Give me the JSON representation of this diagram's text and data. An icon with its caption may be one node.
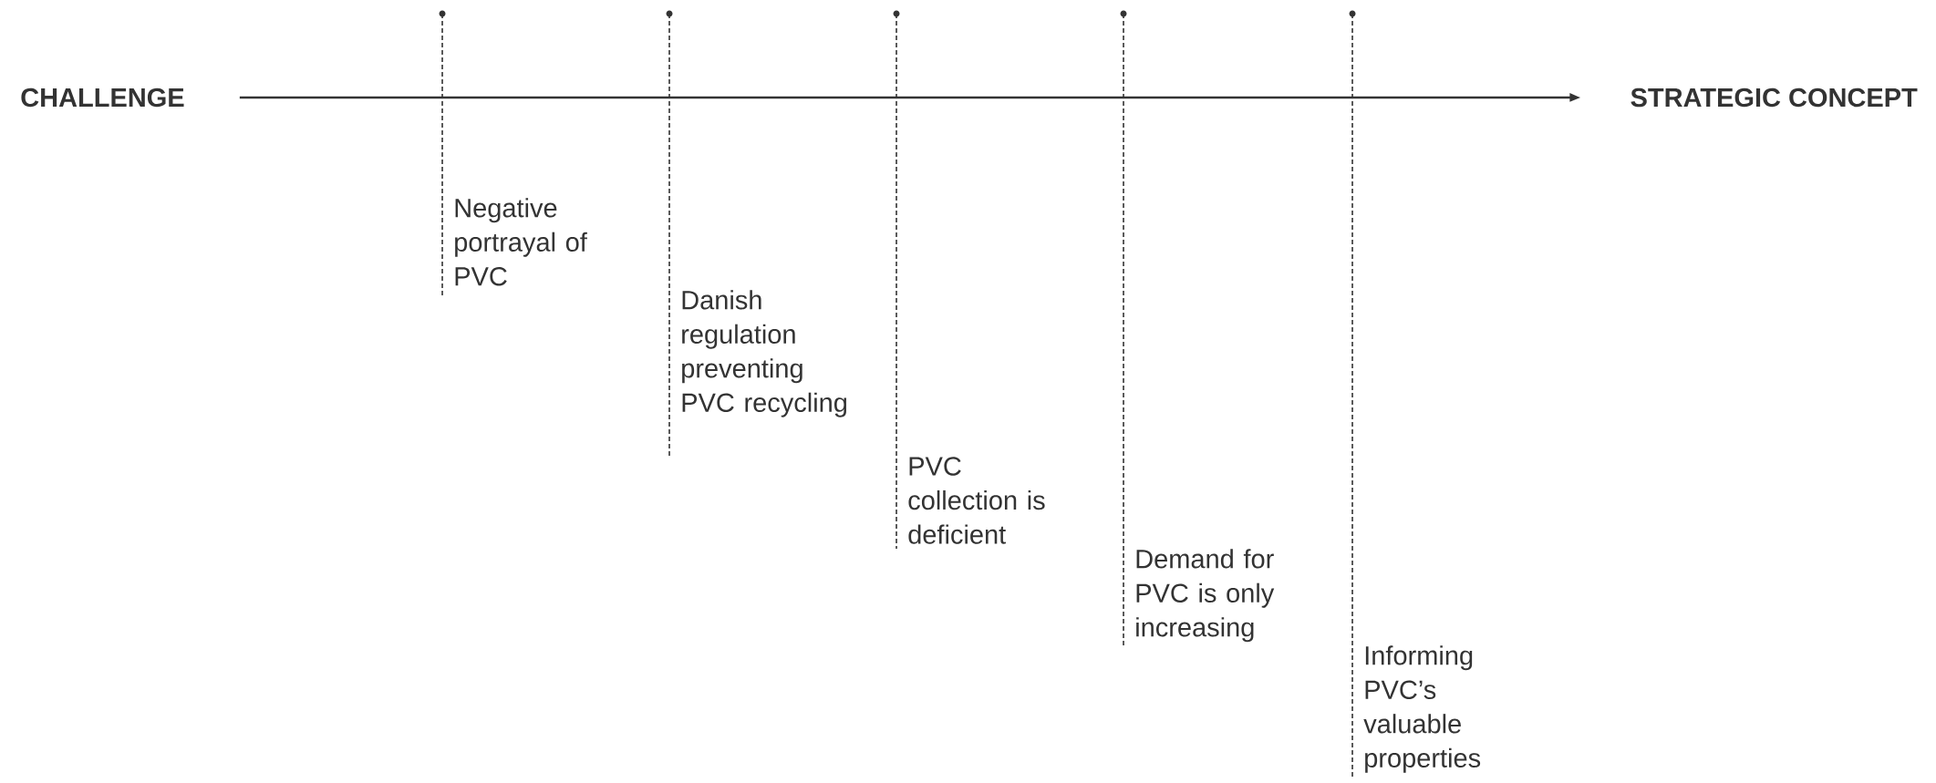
{
  "diagram": {
    "nodes": [
      {
        "text": [
          "CHALLENGE"
        ]
      },
      {
        "text": [
          "STRATEGIC CONCEPT"
        ]
      }
    ],
    "edges": [
      {
        "from": 0,
        "to": 1,
        "arrow": "to"
      }
    ],
    "labels": [
      "Negative portrayal of PVC",
      "Danish regulation preventing PVC recycling",
      "PVC collection is deficient",
      "Demand for PVC is only increasing",
      "Informing PVC’s valuable properties"
    ]
  }
}
